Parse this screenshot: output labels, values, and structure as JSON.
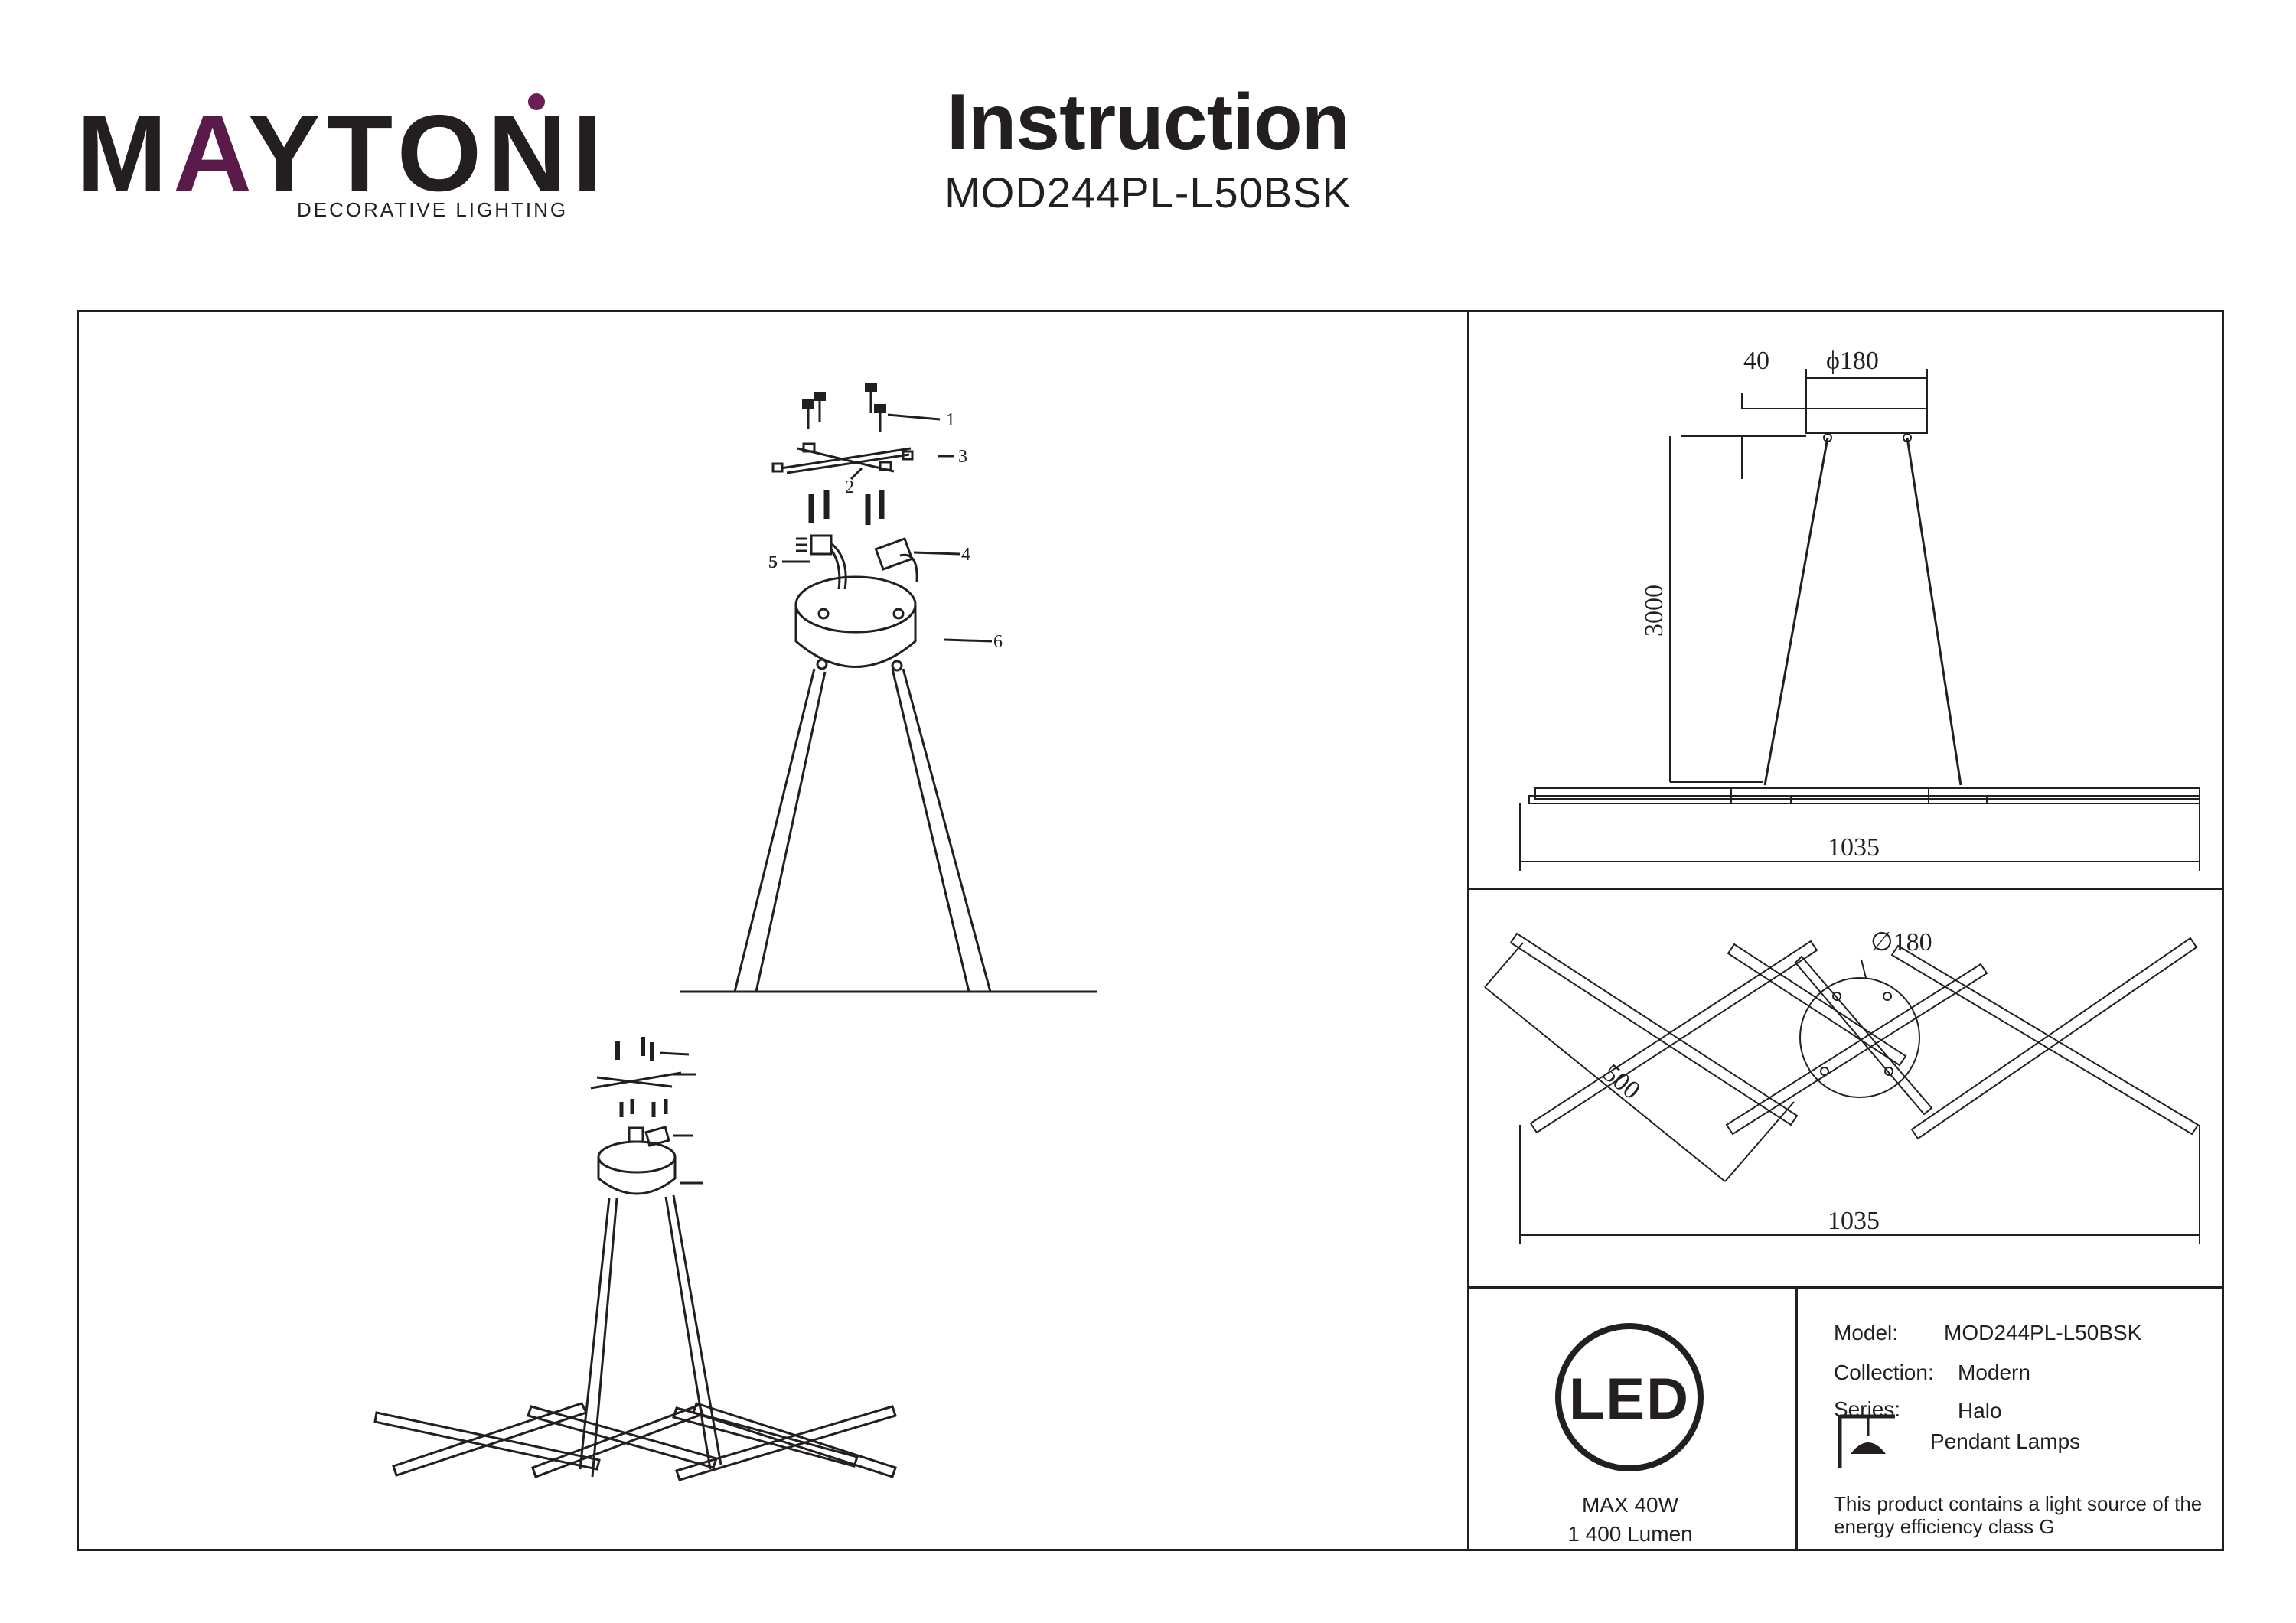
{
  "brand": {
    "name_start": "M",
    "name_accent": "A",
    "name_rest": "YTONI",
    "tagline": "DECORATIVE LIGHTING"
  },
  "header": {
    "title": "Instruction",
    "model_code": "MOD244PL-L50BSK"
  },
  "assembly_labels": [
    "1",
    "2",
    "3",
    "4",
    "5",
    "6"
  ],
  "dimensions": {
    "canopy_height": "40",
    "canopy_diameter": "ϕ180",
    "cable_length": "3000",
    "total_width_side": "1035",
    "top_diameter": "∅180",
    "bar_length": "500",
    "total_width_top": "1035"
  },
  "led": {
    "badge": "LED",
    "max_power": "MAX 40W",
    "lumen": "1 400 Lumen"
  },
  "specs": {
    "model_label": "Model:",
    "model_value": "MOD244PL-L50BSK",
    "collection_label": "Collection:",
    "collection_value": "Modern",
    "series_label": "Series:",
    "series_value": "Halo",
    "category": "Pendant Lamps",
    "energy_note_line1": "This product contains a light source of the",
    "energy_note_line2": "energy efficiency class G"
  }
}
